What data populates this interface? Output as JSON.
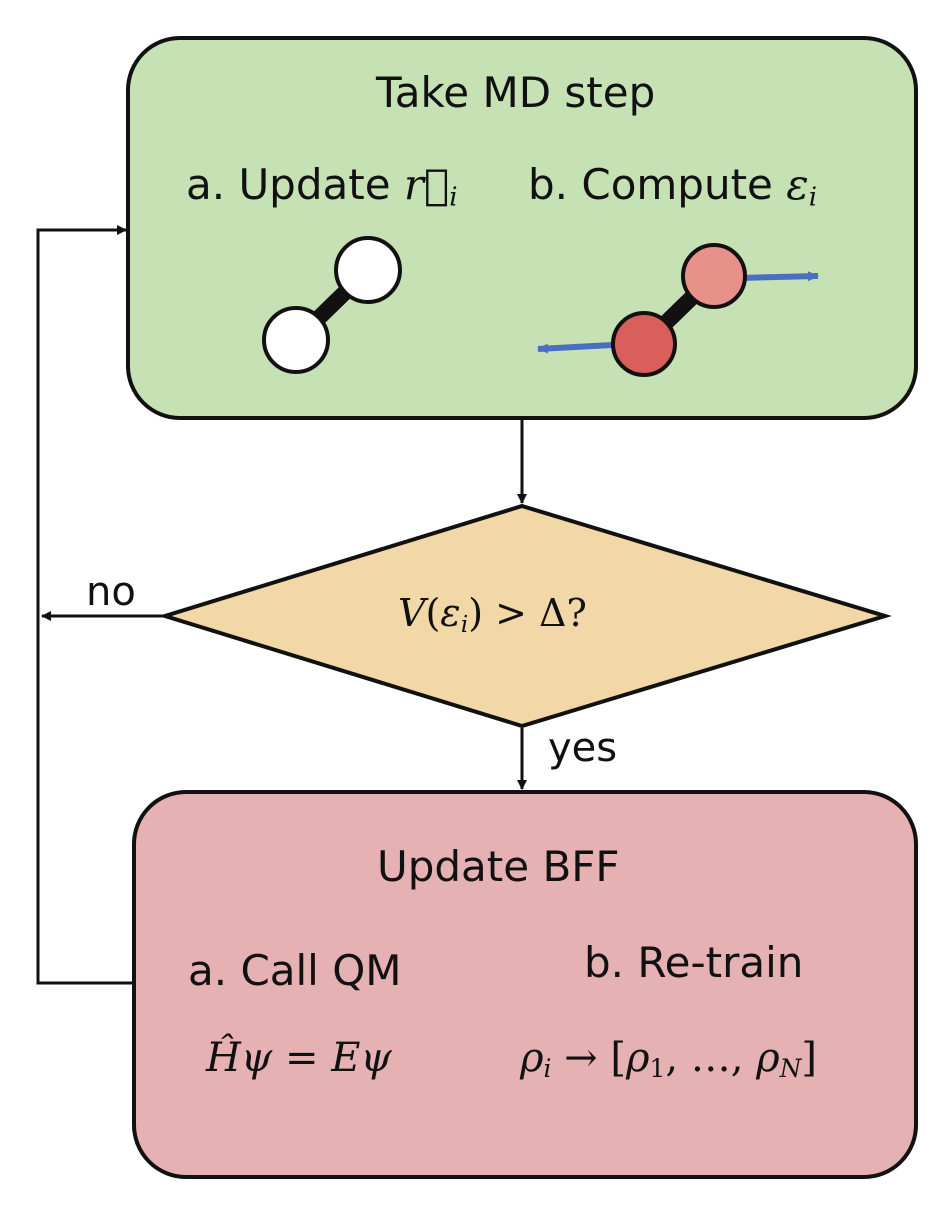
{
  "md_step": {
    "title": "Take MD step",
    "sub_a_prefix": "a. Update",
    "sub_a_var": "r",
    "sub_a_arrow": "⃗",
    "sub_a_index": "i",
    "sub_b_prefix": "b. Compute",
    "sub_b_var": "ε",
    "sub_b_index": "i"
  },
  "decision": {
    "fn": "V",
    "open": "(",
    "var": "ε",
    "index": "i",
    "close": ")",
    "op": " > Δ?",
    "no_label": "no",
    "yes_label": "yes"
  },
  "bff": {
    "title": "Update BFF",
    "sub_a": "a. Call QM",
    "sub_b": "b. Re-train",
    "eq_a": "Ĥψ = Eψ",
    "eq_b_rho": "ρ",
    "eq_b_i": "i",
    "eq_b_arrow": " → [",
    "eq_b_rho1": "ρ",
    "eq_b_1": "1",
    "eq_b_dots": ", …, ",
    "eq_b_rhoN": "ρ",
    "eq_b_N": "N",
    "eq_b_close": "]"
  },
  "colors": {
    "md_box_fill": "#c6e2b5",
    "decision_fill": "#f2d8a6",
    "bff_box_fill": "#e5b1b3",
    "atom_white": "#ffffff",
    "atom_red_light": "#e8918a",
    "atom_red_dark": "#d9605a",
    "force_arrow": "#4b6fbf",
    "stroke": "#111111"
  }
}
